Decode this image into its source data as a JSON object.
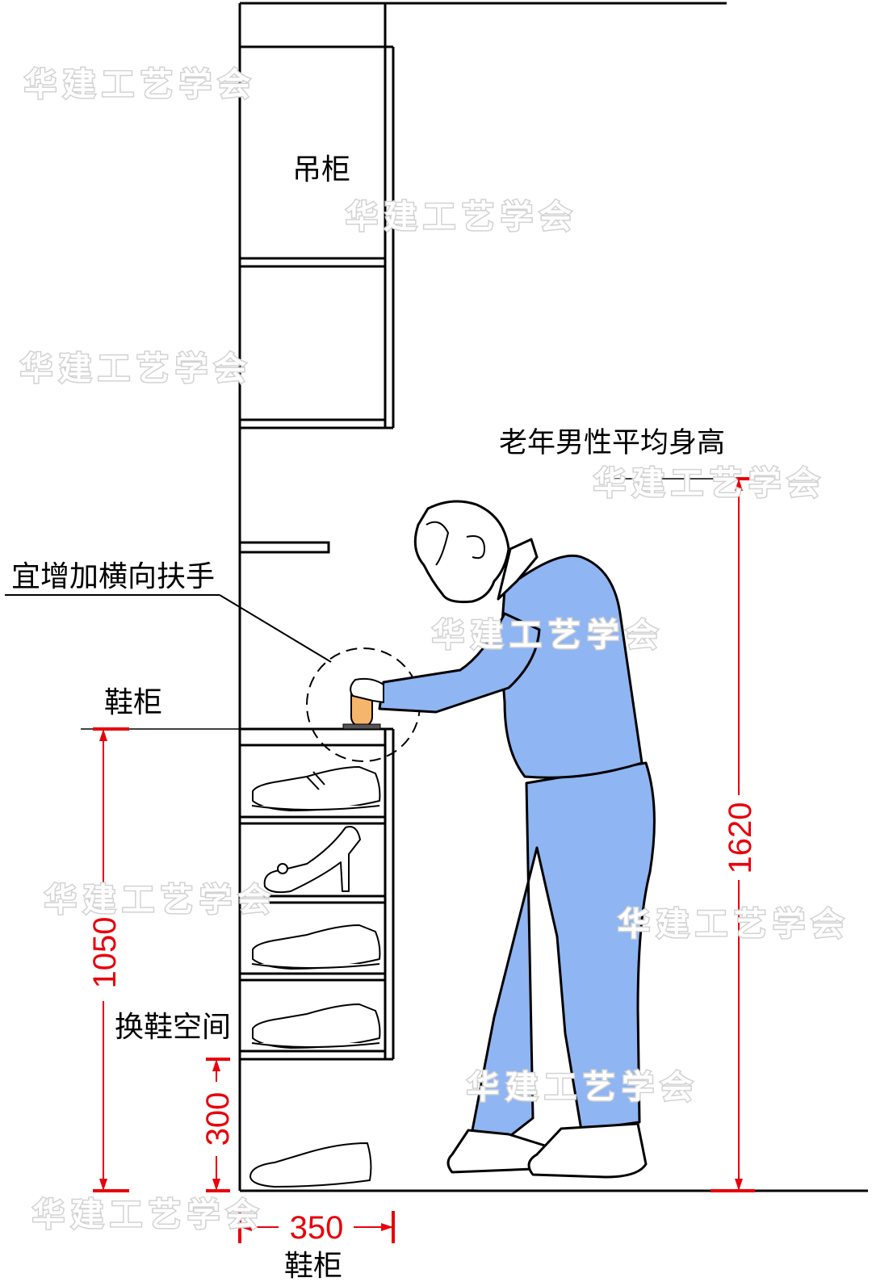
{
  "labels": {
    "hanging_cabinet": "吊柜",
    "elderly_male_height": "老年男性平均身高",
    "handrail_note": "宜增加横向扶手",
    "shoe_cabinet_top": "鞋柜",
    "shoe_change_space": "换鞋空间",
    "shoe_cabinet_bottom": "鞋柜"
  },
  "dimensions": {
    "person_height": "1620",
    "cabinet_height": "1050",
    "seat_height": "300",
    "cabinet_depth": "350"
  },
  "watermark": "华建工艺学会",
  "colors": {
    "dimension_red": "#e8000b",
    "clothing_blue": "#8fb5f2",
    "handrail_orange": "#f5b56a",
    "watermark_gray": "#d2d2d2",
    "line_black": "#000000"
  }
}
